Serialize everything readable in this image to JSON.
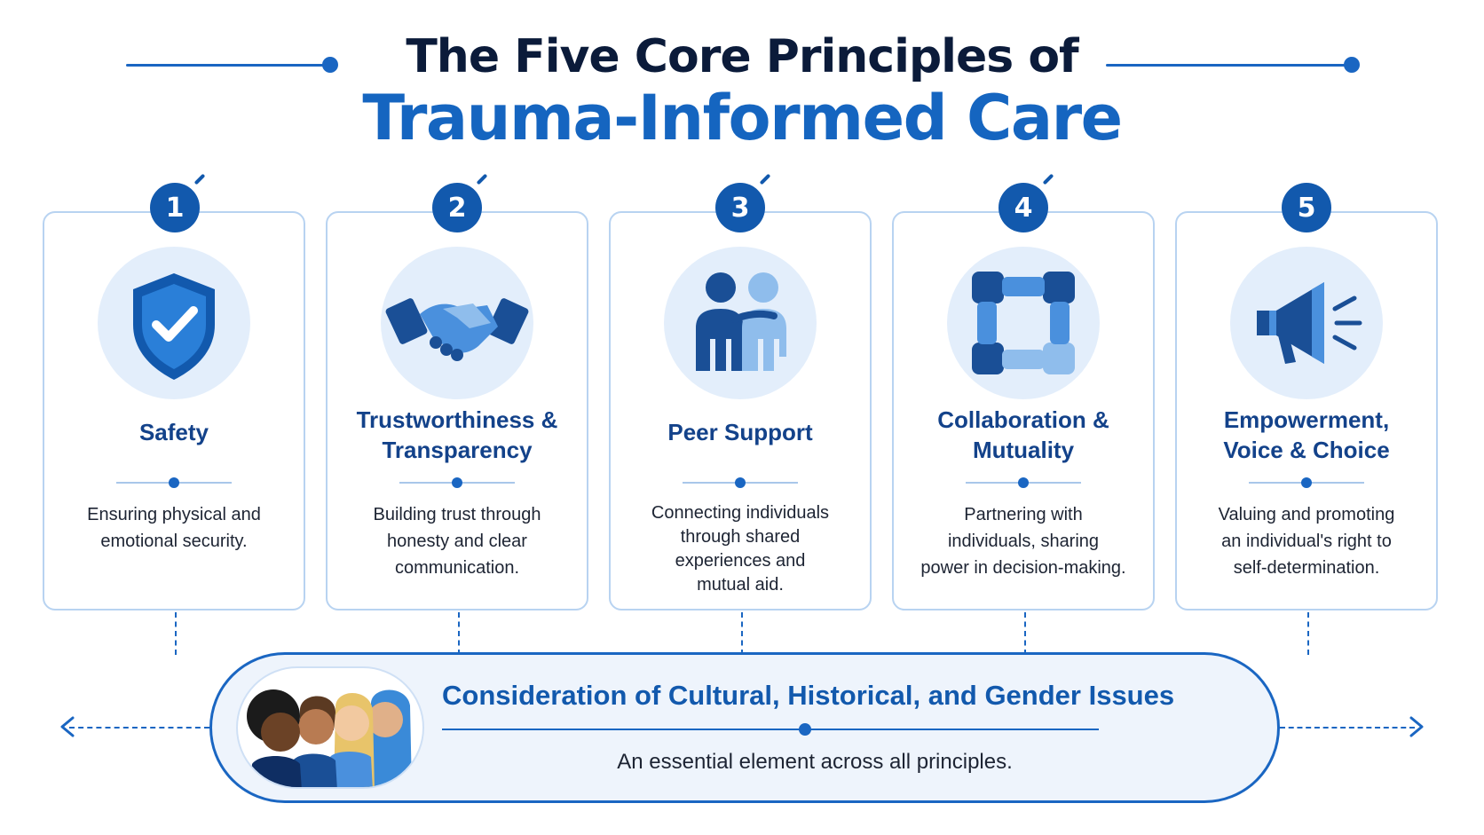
{
  "title": {
    "line1": "The Five Core Principles of",
    "line2": "Trauma-Informed Care"
  },
  "principles": [
    {
      "number": "1",
      "icon": "shield-check-icon",
      "title_lines": [
        "Safety"
      ],
      "description_lines": [
        "Ensuring physical and",
        "emotional security."
      ]
    },
    {
      "number": "2",
      "icon": "handshake-icon",
      "title_lines": [
        "Trustworthiness &",
        "Transparency"
      ],
      "description_lines": [
        "Building trust through",
        "honesty and clear",
        "communication."
      ]
    },
    {
      "number": "3",
      "icon": "peer-support-people-icon",
      "title_lines": [
        "Peer Support"
      ],
      "description_lines": [
        "Connecting individuals",
        "through shared",
        "experiences and",
        "mutual aid."
      ]
    },
    {
      "number": "4",
      "icon": "linked-hands-icon",
      "title_lines": [
        "Collaboration &",
        "Mutuality"
      ],
      "description_lines": [
        "Partnering with",
        "individuals, sharing",
        "power in decision-making."
      ]
    },
    {
      "number": "5",
      "icon": "megaphone-icon",
      "title_lines": [
        "Empowerment,",
        "Voice & Choice"
      ],
      "description_lines": [
        "Valuing and promoting",
        "an individual's right to",
        "self-determination."
      ]
    }
  ],
  "banner": {
    "icon": "diverse-people-icon",
    "title": "Consideration of Cultural, Historical, and Gender Issues",
    "subtitle": "An essential element across all principles."
  },
  "colors": {
    "primary": "#1565c0",
    "dark_navy": "#0b1b3a",
    "card_border": "#b8d3f1",
    "icon_bg": "#e3eefb"
  }
}
